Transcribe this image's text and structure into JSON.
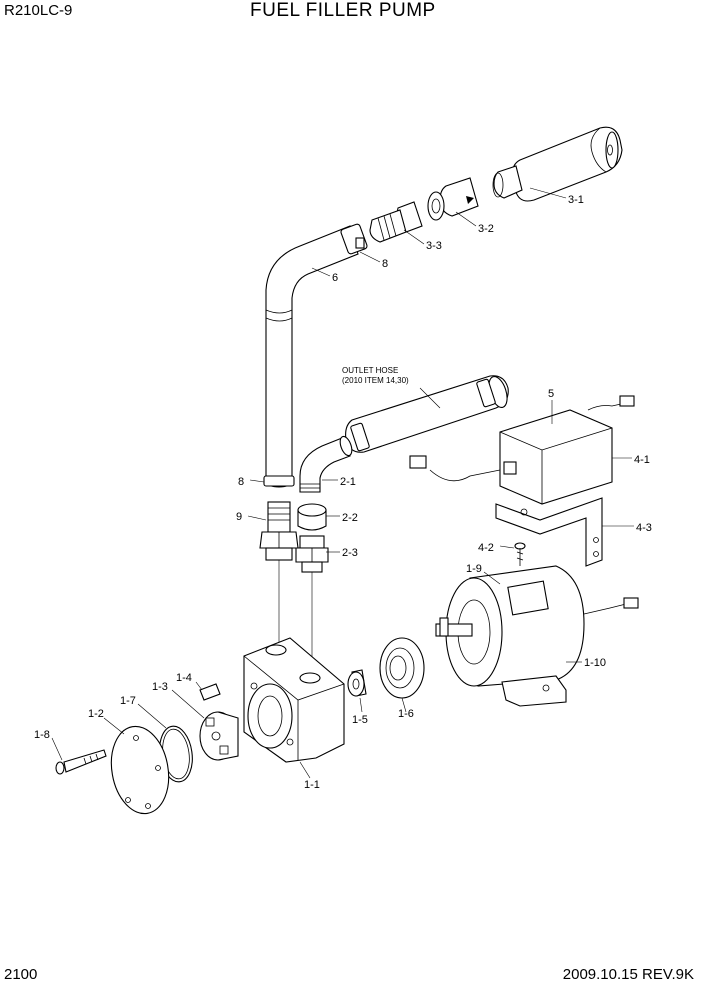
{
  "header": {
    "model": "R210LC-9",
    "title": "FUEL FILLER PUMP"
  },
  "footer": {
    "page_number": "2100",
    "date_rev": "2009.10.15  REV.9K"
  },
  "note": {
    "line1": "OUTLET HOSE",
    "line2": "(2010 ITEM 14,30)"
  },
  "callouts": {
    "c3_1": "3-1",
    "c3_2": "3-2",
    "c3_3": "3-3",
    "c8a": "8",
    "c6": "6",
    "c5": "5",
    "c4_1": "4-1",
    "c4_3": "4-3",
    "c4_2": "4-2",
    "c8b": "8",
    "c2_1": "2-1",
    "c9": "9",
    "c2_2": "2-2",
    "c2_3": "2-3",
    "c1_9": "1-9",
    "c1_10": "1-10",
    "c1_4": "1-4",
    "c1_3": "1-3",
    "c1_7": "1-7",
    "c1_2": "1-2",
    "c1_8": "1-8",
    "c1_5": "1-5",
    "c1_6": "1-6",
    "c1_1": "1-1"
  }
}
